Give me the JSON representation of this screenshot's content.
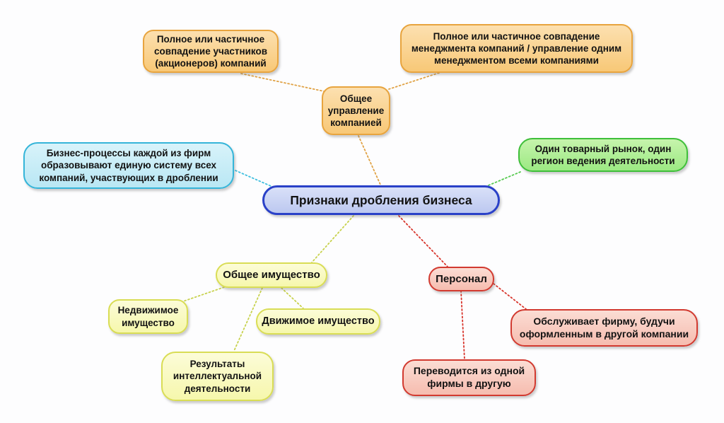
{
  "diagram_title": "Признаки дробления бизнеса",
  "colors": {
    "orange_fill": "#FAD49C",
    "orange_border": "#E8A43E",
    "orange_line": "#E0A245",
    "cyan_fill": "#C5ECF6",
    "cyan_border": "#35B5D9",
    "cyan_line": "#3FBFDF",
    "blue_fill": "#C8D2F2",
    "blue_border": "#2A41C8",
    "green_fill": "#A9EC8F",
    "green_border": "#3FBF3A",
    "green_line": "#55C94E",
    "yellow_fill": "#F9F9BB",
    "yellow_border": "#D9DD55",
    "yellow_line": "#C8D24E",
    "red_fill": "#F9CCC2",
    "red_border": "#D23A30",
    "red_line": "#D8352C"
  },
  "nodes": {
    "center": {
      "label": "Признаки дробления бизнеса"
    },
    "management_root": {
      "label": "Общее\nуправление\nкомпанией"
    },
    "participants_overlap": {
      "label": "Полное или частичное\nсовпадение участников\n(акционеров) компаний"
    },
    "management_overlap": {
      "label": "Полное или частичное совпадение\nменеджмента компаний / управление одним\nменеджментом всеми компаниями"
    },
    "business_processes": {
      "label": "Бизнес-процессы каждой из фирм\nобразовывают единую систему всех\nкомпаний, участвующих в дроблении"
    },
    "single_market": {
      "label": "Один товарный рынок, один\nрегион ведения деятельности"
    },
    "property_root": {
      "label": "Общее имущество"
    },
    "real_estate": {
      "label": "Недвижимое\nимущество"
    },
    "movable_property": {
      "label": "Движимое имущество"
    },
    "intellectual_results": {
      "label": "Результаты\nинтеллектуальной\nдеятельности"
    },
    "personnel_root": {
      "label": "Персонал"
    },
    "serves_other_company": {
      "label": "Обслуживает фирму, будучи\nоформленным в другой компании"
    },
    "transfers_between_firms": {
      "label": "Переводится из одной\nфирмы в другую"
    }
  }
}
